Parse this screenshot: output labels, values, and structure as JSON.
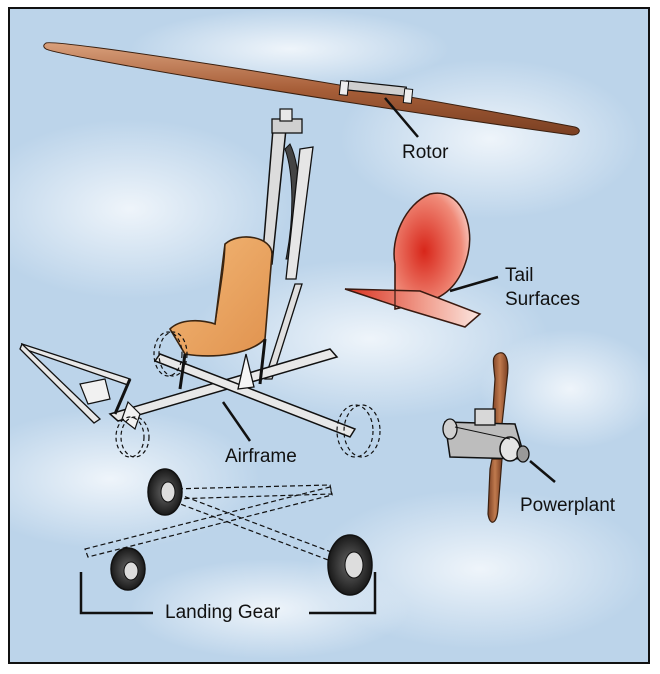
{
  "diagram": {
    "labels": {
      "rotor": "Rotor",
      "tail_line1": "Tail",
      "tail_line2": "Surfaces",
      "powerplant": "Powerplant",
      "airframe": "Airframe",
      "landing_gear": "Landing Gear"
    },
    "colors": {
      "sky": "#bcd4ea",
      "rotor_blade": "#b06a43",
      "seat": "#eda461",
      "tail": "#e0402a",
      "frame_metal": "#e4e4e4",
      "outline": "#111111"
    }
  }
}
